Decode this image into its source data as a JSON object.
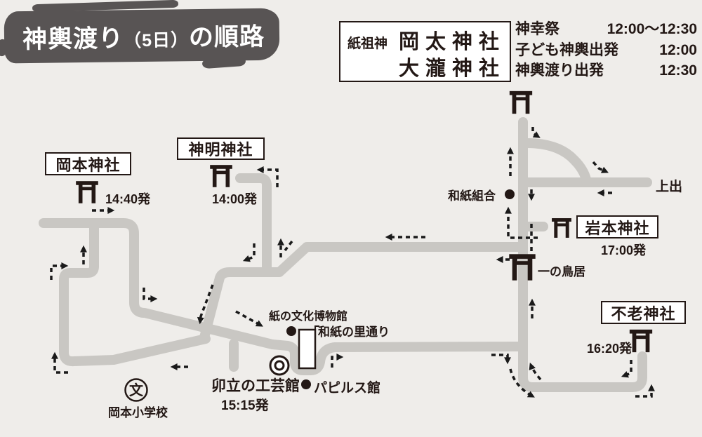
{
  "banner": {
    "t1": "神輿渡り",
    "t2": "（5日）",
    "t3": "の順路"
  },
  "shrine_box": {
    "subtitle": "紙祖神",
    "line1": "岡太神社",
    "line2": "大瀧神社"
  },
  "schedule": {
    "rows": [
      {
        "label": "神幸祭",
        "time": "12:00～12:30"
      },
      {
        "label": "子ども神輿出発",
        "time": "12:00"
      },
      {
        "label": "神輿渡り出発",
        "time": "12:30"
      }
    ]
  },
  "map": {
    "okamoto": {
      "name": "岡本神社",
      "time": "14:40発"
    },
    "shinmei": {
      "name": "神明神社",
      "time": "14:00発"
    },
    "iwamoto": {
      "name": "岩本神社",
      "time": "17:00発"
    },
    "furo": {
      "name": "不老神社",
      "time": "16:20発"
    },
    "udatsu": {
      "name": "卯立の工芸館",
      "time": "15:15発"
    },
    "kamide": "上出",
    "washikumiai": "和紙組合",
    "ichinotorii": "一の鳥居",
    "museum": "紙の文化博物館",
    "street": "和紙の里通り",
    "papyrus": "パピルス館",
    "school": "岡本小学校",
    "school_symbol": "文"
  },
  "icons": {
    "torii": "torii-icon",
    "school": "school-circle-icon",
    "poi": "poi-dot",
    "udatsu_mark": "double-circle-icon",
    "building": "building-rect"
  },
  "colors": {
    "background": "#efedea",
    "road": "#c9c7c3",
    "ink": "#231815",
    "banner": "#585454",
    "white": "#ffffff"
  }
}
